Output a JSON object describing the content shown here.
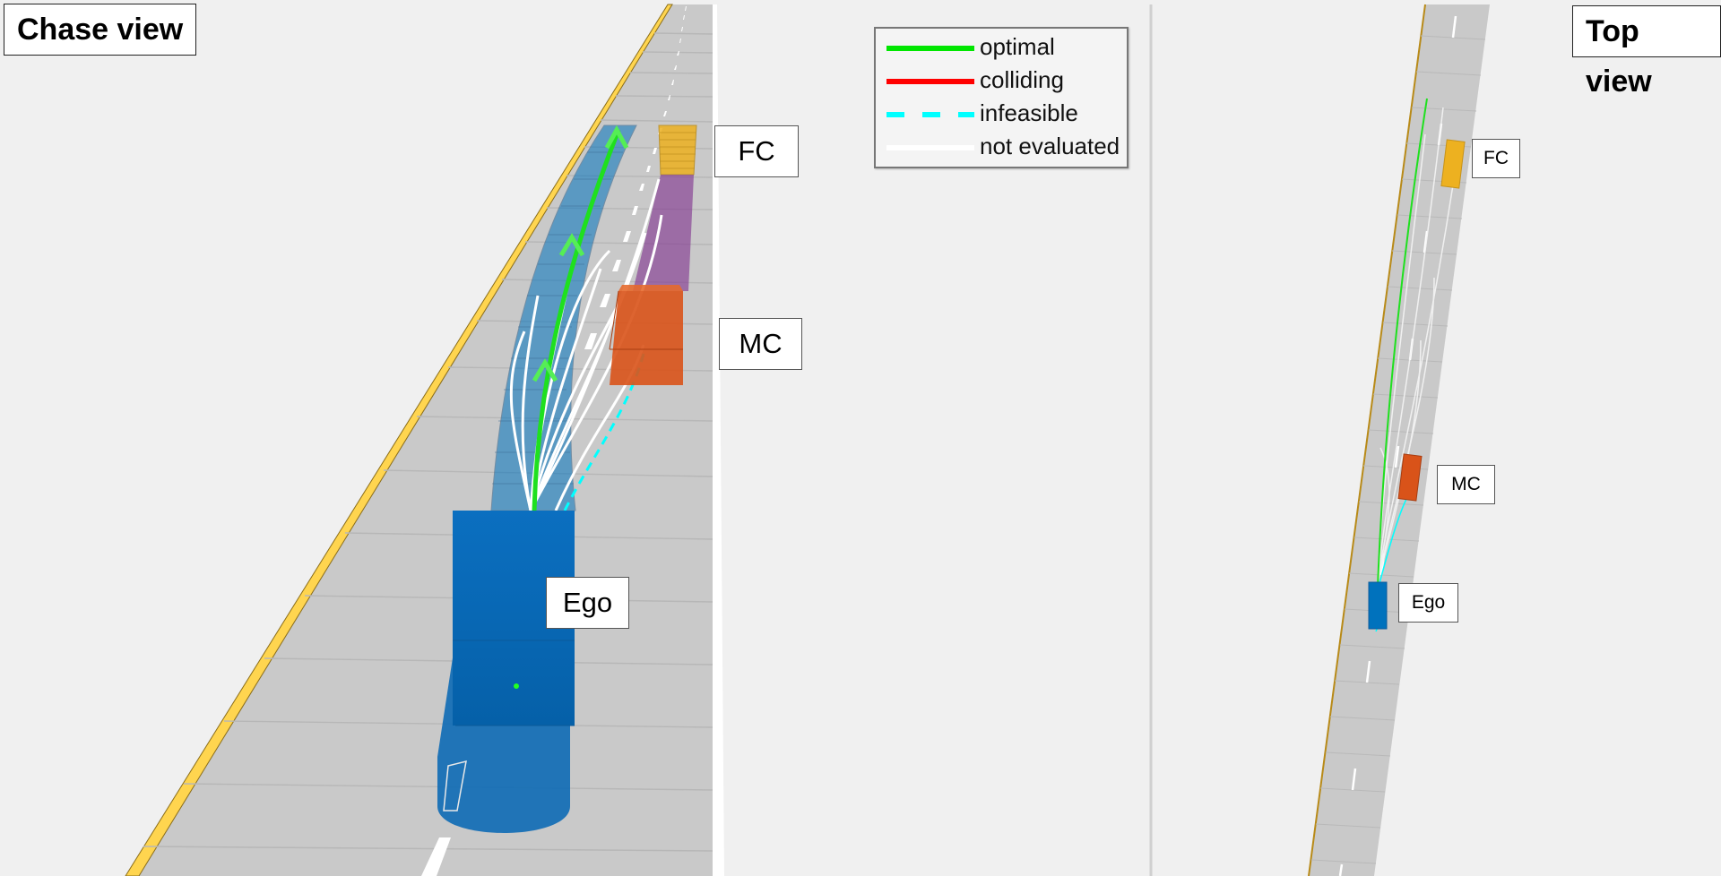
{
  "panels": {
    "chase": {
      "title": "Chase view"
    },
    "top": {
      "title": "Top view"
    }
  },
  "vehicles": {
    "ego": {
      "label": "Ego",
      "color": "#0072bd"
    },
    "mc": {
      "label": "MC",
      "color": "#d95319"
    },
    "fc": {
      "label": "FC",
      "color": "#edb120"
    }
  },
  "legend": {
    "items": [
      {
        "label": "optimal",
        "color": "#00e600",
        "style": "solid"
      },
      {
        "label": "colliding",
        "color": "#ff0000",
        "style": "solid"
      },
      {
        "label": "infeasible",
        "color": "#00ffff",
        "style": "dashed"
      },
      {
        "label": "not evaluated",
        "color": "#ffffff",
        "style": "solid"
      }
    ]
  },
  "colors": {
    "background": "#f0f0f0",
    "road": "#c9c9c9",
    "road_edge": "#ffd54f",
    "prediction": "#7e2f8e"
  }
}
